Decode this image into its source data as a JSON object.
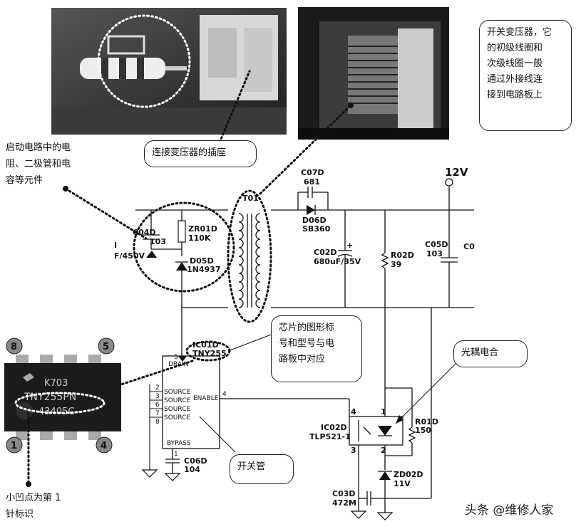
{
  "photos": {
    "board_top": "board-photo-resistor-and-socket",
    "transformer": "transformer-photo",
    "chip": {
      "marking_line1": "K703",
      "marking_line2": "TNY255PN",
      "marking_line3": "43405C",
      "pin8": "8",
      "pin5": "5",
      "pin1": "1",
      "pin4": "4"
    }
  },
  "callouts": {
    "socket": "连接变压器的插座",
    "transformer_line1": "开关变压器，它",
    "transformer_line2": "的初级线圈和",
    "transformer_line3": "次级线圈一般",
    "transformer_line4": "通过外接线连",
    "transformer_line5": "接到电路板上",
    "chip_symbol_line1": "芯片的图形标",
    "chip_symbol_line2": "号和型号与电",
    "chip_symbol_line3": "路板中对应",
    "optocoupler": "光耦电合",
    "switch_tube": "开关管"
  },
  "notes": {
    "startup_line1": "启动电路中的电",
    "startup_line2": "阻、二极管和电",
    "startup_line3": "容等元件",
    "pin1_line1": "小凹点为第 1",
    "pin1_line2": "针标识"
  },
  "schematic": {
    "c04d_name": "C04D",
    "c04d_value": "103",
    "zr01d_name": "ZR01D",
    "zr01d_value": "110K",
    "d05d_name": "D05D",
    "d05d_value": "1N4937",
    "left_cap_value": "F/450V",
    "left_cap_prefix": "I",
    "t01": "T01",
    "c07d_name": "C07D",
    "c07d_value": "681",
    "d06d_name": "D06D",
    "d06d_value": "SB360",
    "c02d_name": "C02D",
    "c02d_value": "680uF/35V",
    "c02d_plus": "+",
    "r02d_name": "R02D",
    "r02d_value": "39",
    "c05d_name": "C05D",
    "c05d_value": "103",
    "c0_partial": "C0",
    "v12": "12V",
    "ic01d_name": "IC01D",
    "ic01d_value": "TNY255",
    "pin_drain": "DRAIN",
    "pin_source": "SOURCE",
    "pin_enable": "ENABLE",
    "pin_bypass": "BYPASS",
    "pin5": "5",
    "pin2": "2",
    "pin3": "3",
    "pin6": "6",
    "pin7": "7",
    "pin8": "8",
    "pin4": "4",
    "pin1": "1",
    "c06d_name": "C06D",
    "c06d_value": "104",
    "ic02d_name": "IC02D",
    "ic02d_value": "TLP521-1",
    "opto_pin4": "4",
    "opto_pin1": "1",
    "opto_pin3": "3",
    "opto_pin2": "2",
    "r01d_name": "R01D",
    "r01d_value": "150",
    "zd02d_name": "ZD02D",
    "zd02d_value": "11V",
    "c03d_name": "C03D",
    "c03d_value": "472M"
  },
  "watermark": "头条 @维修人家"
}
